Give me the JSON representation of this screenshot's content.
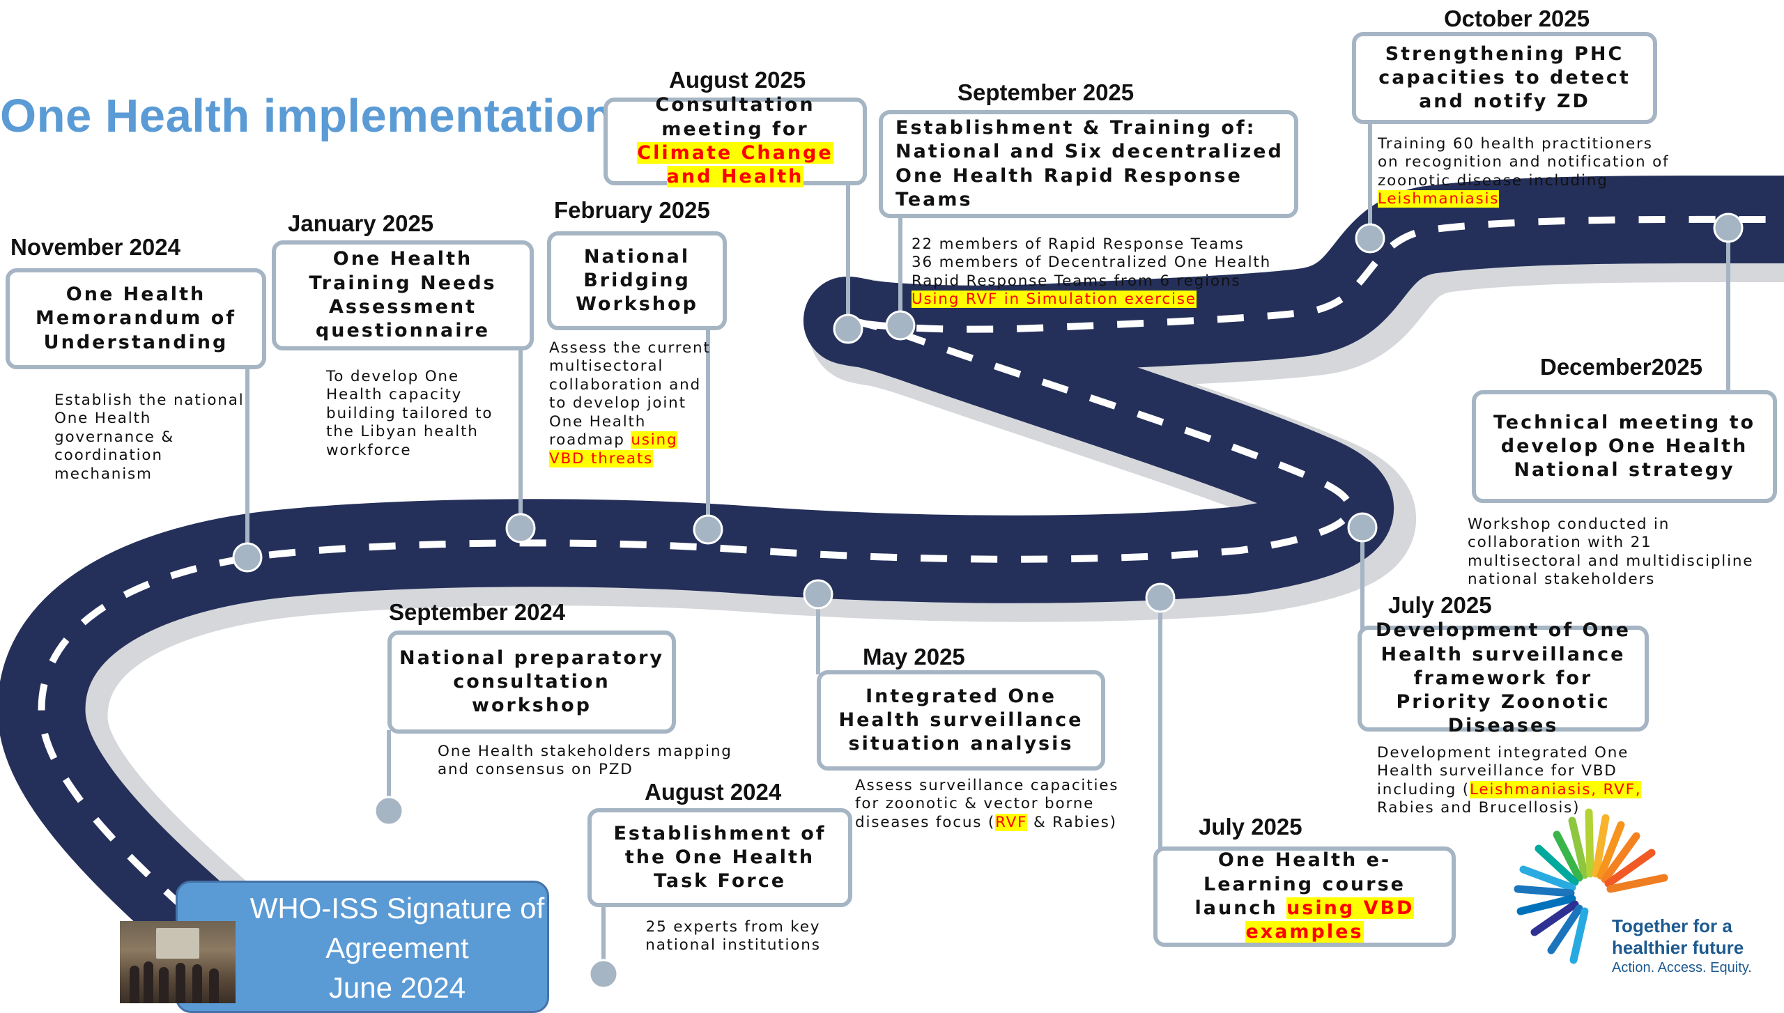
{
  "title": "One Health implementation",
  "milestones": [
    {
      "date": "November 2024",
      "box": "One Health Memorandum of Understanding",
      "desc": "Establish the national One Health governance & coordination mechanism"
    },
    {
      "date": "January 2025",
      "box": "One Health Training Needs Assessment questionnaire",
      "desc": "To develop One Health capacity building tailored to the Libyan health workforce"
    },
    {
      "date": "February 2025",
      "box": "National Bridging Workshop",
      "desc": "Assess the current multisectoral collaboration and to develop joint One Health roadmap",
      "desc_hl": "using VBD threats"
    },
    {
      "date": "August 2025",
      "box_pre": "Consultation meeting for",
      "box_hl": "Climate Change and Health"
    },
    {
      "date": "September  2025",
      "box": "Establishment & Training of: National and Six decentralized One Health Rapid Response Teams",
      "desc": "22 members of Rapid Response Teams\n36 members of Decentralized One Health Rapid Response Teams from 6 regions",
      "desc_hl": "Using RVF in Simulation exercise"
    },
    {
      "date": "October 2025",
      "box": "Strengthening PHC capacities to detect and notify ZD",
      "desc": "Training 60 health practitioners on recognition and notification of zoonotic disease including",
      "desc_hl": "Leishmaniasis"
    },
    {
      "date": "December2025",
      "box": "Technical meeting to develop One Health National strategy",
      "desc": "Workshop conducted in collaboration with 21 multisectoral and multidiscipline national stakeholders"
    },
    {
      "date": "September 2024",
      "box": "National preparatory consultation workshop",
      "desc": "One Health stakeholders mapping and consensus on PZD"
    },
    {
      "date": "May 2025",
      "box": "Integrated One Health surveillance situation analysis",
      "desc": "Assess surveillance capacities for zoonotic & vector borne diseases  focus (",
      "desc_hl": "RVF",
      "desc_post": " & Rabies)"
    },
    {
      "date": "July 2025",
      "box": "Development of One Health surveillance framework for Priority Zoonotic Diseases",
      "desc": "Development integrated One Health surveillance for VBD including (",
      "desc_hl": "Leishmaniasis, RVF,",
      "desc_post": " Rabies and Brucellosis)"
    },
    {
      "date": "August 2024",
      "box": "Establishment of the One Health Task Force",
      "desc": "25 experts from key national institutions"
    },
    {
      "date": "July 2025",
      "box_pre": "One Health e-Learning course launch",
      "box_hl": "using VBD examples"
    }
  ],
  "signature": {
    "line1": "WHO-ISS Signature of",
    "line2": "Agreement",
    "line3": "June 2024"
  },
  "logo": {
    "line1": "Together for a",
    "line2": "healthier future",
    "line3": "Action. Access. Equity."
  },
  "colors": {
    "road": "#25305a",
    "road_shadow": "#d3d5d8",
    "connector": "#a6b5c4",
    "title": "#5b9bd5",
    "highlight": "#ffff00",
    "highlight_text": "#ff0000"
  }
}
